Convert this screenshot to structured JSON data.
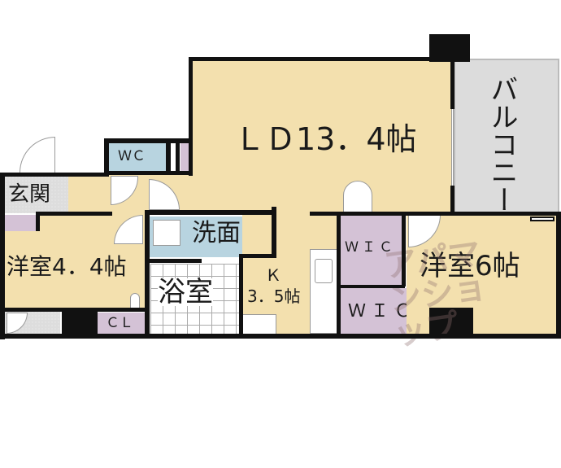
{
  "floorplan": {
    "colors": {
      "room": "#F3E0AE",
      "wet": "#B8D4E0",
      "storage": "#D4C2D6",
      "balcony": "#DCDCDC",
      "entrance": "#DDDDDD",
      "wall": "#111111"
    },
    "rooms": {
      "ld": {
        "label": "ＬＤ13．4帖"
      },
      "balcony": {
        "label": "バルコニー"
      },
      "wc": {
        "label": "ＷＣ"
      },
      "entrance": {
        "label": "玄関"
      },
      "washroom": {
        "label": "洗面"
      },
      "bath": {
        "label": "浴室"
      },
      "kitchen": {
        "label_line1": "Ｋ",
        "label_line2": "3．5帖"
      },
      "bedroom_small": {
        "label": "洋室4．4帖"
      },
      "closet": {
        "label": "ＣＬ"
      },
      "wic_upper": {
        "label": "ＷＩＣ"
      },
      "wic_lower": {
        "label": "ＷＩＣ"
      },
      "bedroom_large": {
        "label": "洋室6帖"
      }
    },
    "watermark": {
      "text": "アパマンショップ"
    }
  }
}
